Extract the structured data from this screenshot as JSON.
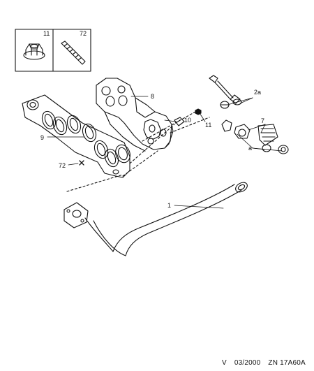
{
  "inset": {
    "left_ref": "11",
    "right_ref": "72"
  },
  "callouts": {
    "exhaust_pipe": "1",
    "manifold_heat_shield": "8",
    "manifold_gasket": "9",
    "manifold_stud": "72",
    "sleeve": "10",
    "nut": "11",
    "bracket_set_2a": "2a",
    "mount_7": "7",
    "assembly_a": "a"
  },
  "footer": {
    "version": "V",
    "date": "03/2000",
    "code": "ZN 17A60A"
  }
}
